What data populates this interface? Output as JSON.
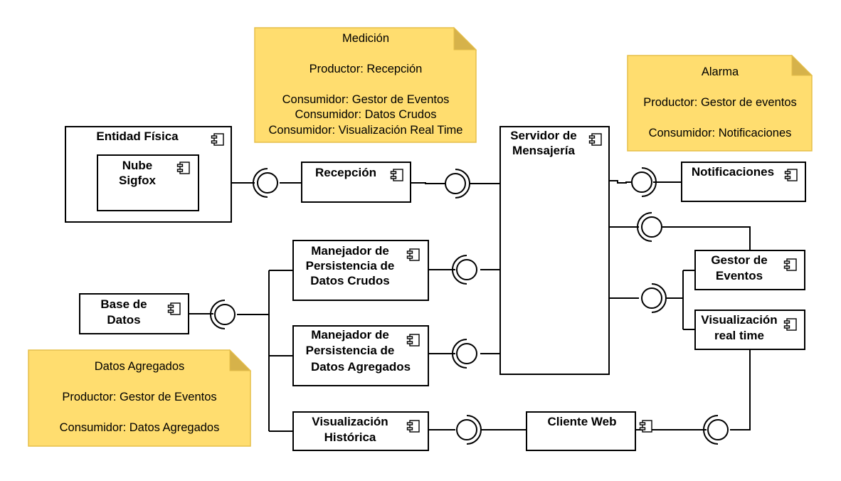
{
  "notes": {
    "medicion": {
      "title": "Medición",
      "line1": "Productor: Recepción",
      "line2": "Consumidor: Gestor de Eventos",
      "line3": "Consumidor: Datos Crudos",
      "line4": "Consumidor: Visualización Real Time"
    },
    "alarma": {
      "title": "Alarma",
      "line1": "Productor: Gestor de eventos",
      "line2": "Consumidor: Notificaciones"
    },
    "agregados": {
      "title": "Datos Agregados",
      "line1": "Productor: Gestor de Eventos",
      "line2": "Consumidor: Datos Agregados"
    }
  },
  "components": {
    "entidad": "Entidad Física",
    "nube": [
      "Nube",
      "Sigfox"
    ],
    "recepcion": "Recepción",
    "servidor": [
      "Servidor de",
      "Mensajería"
    ],
    "notificaciones": "Notificaciones",
    "crudos": [
      "Manejador de",
      "Persistencia de",
      "Datos Crudos"
    ],
    "base": [
      "Base de",
      "Datos"
    ],
    "agregados": [
      "Manejador de",
      "Persistencia de",
      "Datos Agregados"
    ],
    "gestor": [
      "Gestor de",
      "Eventos"
    ],
    "realtime": [
      "Visualización",
      "real time"
    ],
    "historica": [
      "Visualización",
      "Histórica"
    ],
    "cliente": "Cliente Web"
  },
  "colors": {
    "note_fill": "#ffdd6f",
    "note_fold": "#d6b24a",
    "line": "#000000"
  }
}
